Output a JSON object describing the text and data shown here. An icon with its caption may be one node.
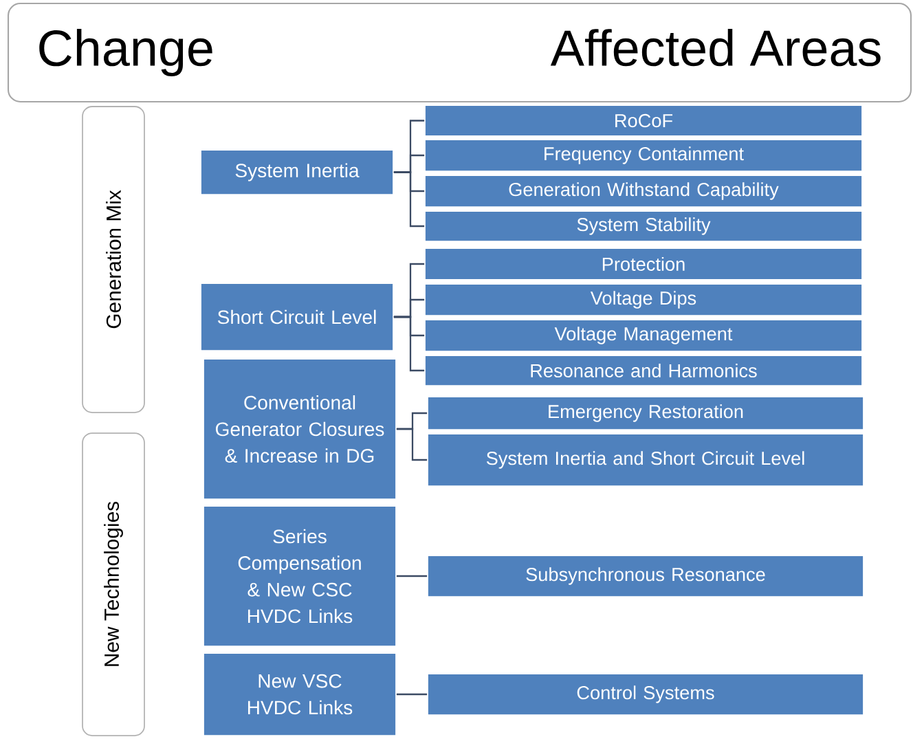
{
  "diagram": {
    "nodes": [
      {
        "text": [
          "Change",
          "Affected Areas"
        ]
      },
      {
        "text": [
          "Generation Mix"
        ]
      },
      {
        "text": [
          "New Technologies"
        ]
      },
      {
        "text": [
          "System Inertia"
        ]
      },
      {
        "text": [
          "Short Circuit Level"
        ]
      },
      {
        "text": [
          "Conventional Generator Closures & Increase in DG"
        ]
      },
      {
        "text": [
          "Series Compensation & New CSC HVDC Links"
        ]
      },
      {
        "text": [
          "New VSC HVDC Links"
        ]
      },
      {
        "text": [
          "RoCoF"
        ]
      },
      {
        "text": [
          "Frequency Containment"
        ]
      },
      {
        "text": [
          "Generation Withstand Capability"
        ]
      },
      {
        "text": [
          "System Stability"
        ]
      },
      {
        "text": [
          "Protection"
        ]
      },
      {
        "text": [
          "Voltage Dips"
        ]
      },
      {
        "text": [
          "Voltage Management"
        ]
      },
      {
        "text": [
          "Resonance and Harmonics"
        ]
      },
      {
        "text": [
          "Emergency Restoration"
        ]
      },
      {
        "text": [
          "System Inertia and Short Circuit Level"
        ]
      },
      {
        "text": [
          "Subsynchronous Resonance"
        ]
      },
      {
        "text": [
          "Control Systems"
        ]
      }
    ],
    "edges": [
      {
        "from": 3,
        "to": 8,
        "arrow": "none"
      },
      {
        "from": 3,
        "to": 9,
        "arrow": "none"
      },
      {
        "from": 3,
        "to": 10,
        "arrow": "none"
      },
      {
        "from": 3,
        "to": 11,
        "arrow": "none"
      },
      {
        "from": 4,
        "to": 12,
        "arrow": "none"
      },
      {
        "from": 4,
        "to": 13,
        "arrow": "none"
      },
      {
        "from": 4,
        "to": 14,
        "arrow": "none"
      },
      {
        "from": 4,
        "to": 15,
        "arrow": "none"
      },
      {
        "from": 5,
        "to": 16,
        "arrow": "none"
      },
      {
        "from": 5,
        "to": 17,
        "arrow": "none"
      },
      {
        "from": 6,
        "to": 18,
        "arrow": "none"
      },
      {
        "from": 7,
        "to": 19,
        "arrow": "none"
      }
    ]
  }
}
